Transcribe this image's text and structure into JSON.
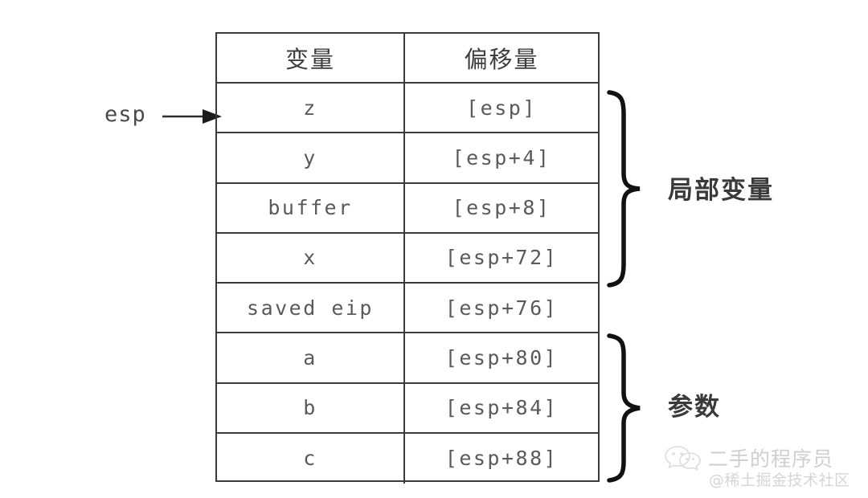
{
  "figure": {
    "title": "x86 stack frame layout diagram",
    "background_color": "#ffffff",
    "border_color": "#3a3a3a",
    "text_color": "#5a5a5a"
  },
  "pointer": {
    "label": "esp",
    "arrow_icon": "arrow-right-icon",
    "points_to_row": "z"
  },
  "table": {
    "headers": {
      "variable": "变量",
      "offset": "偏移量"
    },
    "rows": [
      {
        "variable": "z",
        "offset": "[esp]"
      },
      {
        "variable": "y",
        "offset": "[esp+4]"
      },
      {
        "variable": "buffer",
        "offset": "[esp+8]"
      },
      {
        "variable": "x",
        "offset": "[esp+72]"
      },
      {
        "variable": "saved eip",
        "offset": "[esp+76]"
      },
      {
        "variable": "a",
        "offset": "[esp+80]"
      },
      {
        "variable": "b",
        "offset": "[esp+84]"
      },
      {
        "variable": "c",
        "offset": "[esp+88]"
      }
    ]
  },
  "groups": [
    {
      "label": "局部变量",
      "brace_icon": "right-curly-brace-icon",
      "spans_rows": [
        "z",
        "y",
        "buffer",
        "x"
      ]
    },
    {
      "label": "参数",
      "brace_icon": "right-curly-brace-icon",
      "spans_rows": [
        "a",
        "b",
        "c"
      ]
    }
  ],
  "watermark": {
    "icon": "wechat-icon",
    "name": "二手的程序员",
    "source": "@稀土掘金技术社区",
    "color": "#cfcfcf"
  }
}
